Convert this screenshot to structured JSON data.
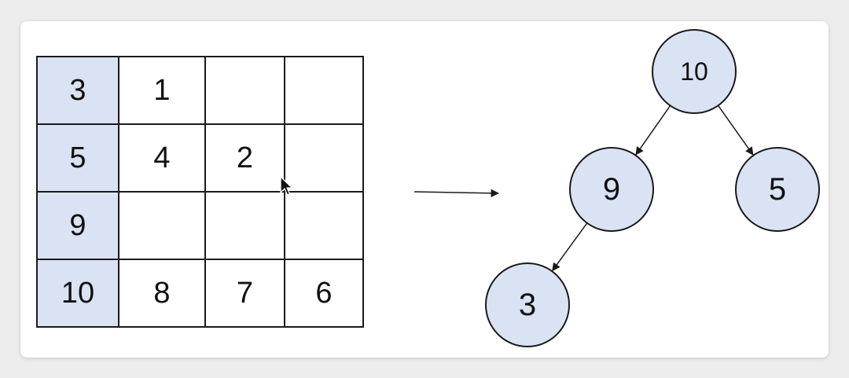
{
  "colors": {
    "highlight": "#dae3f3",
    "node_fill": "#dae3f3",
    "stroke": "#1a1a1a"
  },
  "grid": {
    "rows": [
      [
        "3",
        "1",
        "",
        ""
      ],
      [
        "5",
        "4",
        "2",
        ""
      ],
      [
        "9",
        "",
        "",
        ""
      ],
      [
        "10",
        "8",
        "7",
        "6"
      ]
    ],
    "highlight_column": 0
  },
  "tree": {
    "nodes": [
      {
        "id": "n10",
        "label": "10"
      },
      {
        "id": "n9",
        "label": "9"
      },
      {
        "id": "n5",
        "label": "5"
      },
      {
        "id": "n3",
        "label": "3"
      }
    ],
    "edges": [
      {
        "from": "n10",
        "to": "n9"
      },
      {
        "from": "n10",
        "to": "n5"
      },
      {
        "from": "n9",
        "to": "n3"
      }
    ]
  },
  "icons": {
    "arrow": "right-arrow-icon",
    "cursor": "mouse-pointer-icon"
  }
}
